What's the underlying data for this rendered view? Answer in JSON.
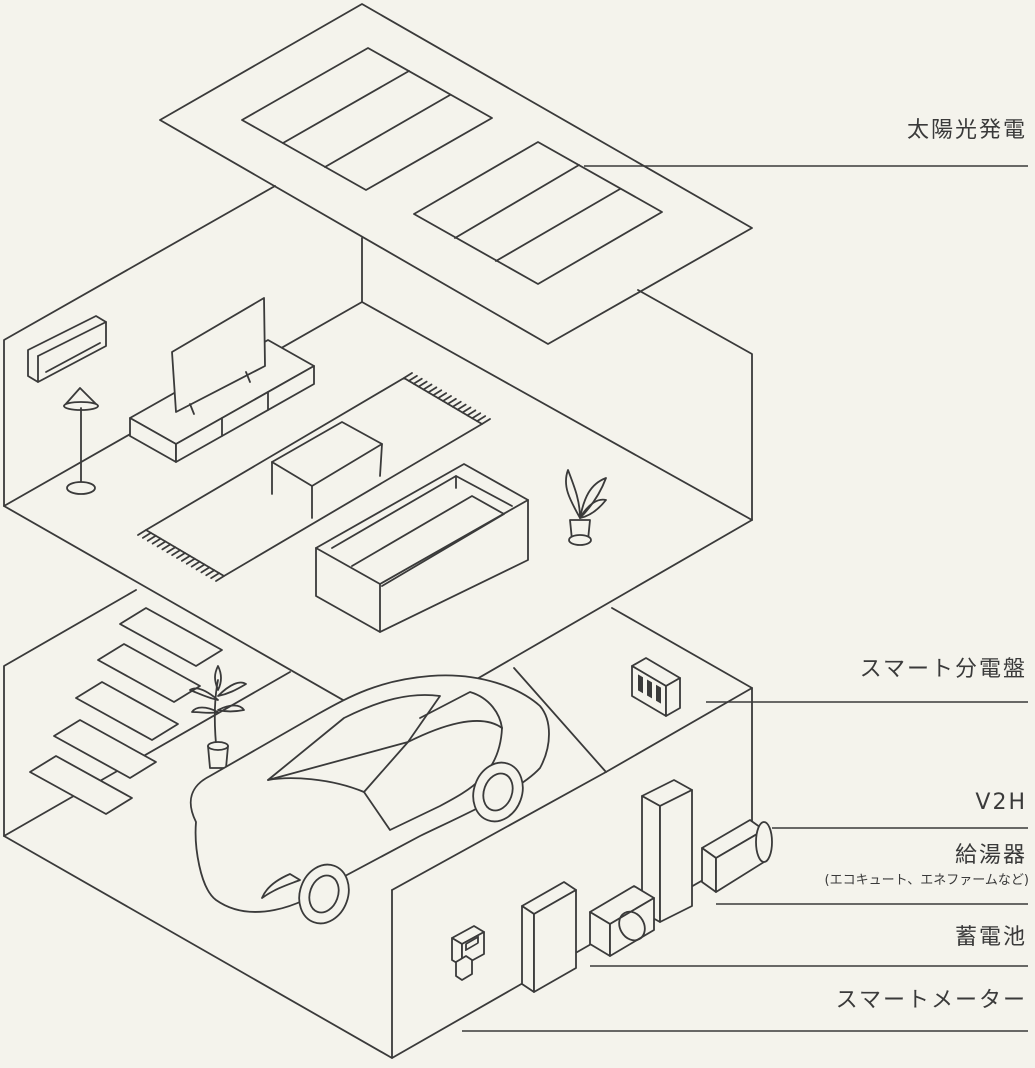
{
  "labels": {
    "solar": "太陽光発電",
    "smart_panel": "スマート分電盤",
    "v2h": "V2H",
    "water_heater": "給湯器",
    "water_heater_note": "(エコキュート、エネファームなど)",
    "battery": "蓄電池",
    "smart_meter": "スマートメーター"
  },
  "colors": {
    "background": "#f4f3ec",
    "ink": "#3a3a3a"
  }
}
